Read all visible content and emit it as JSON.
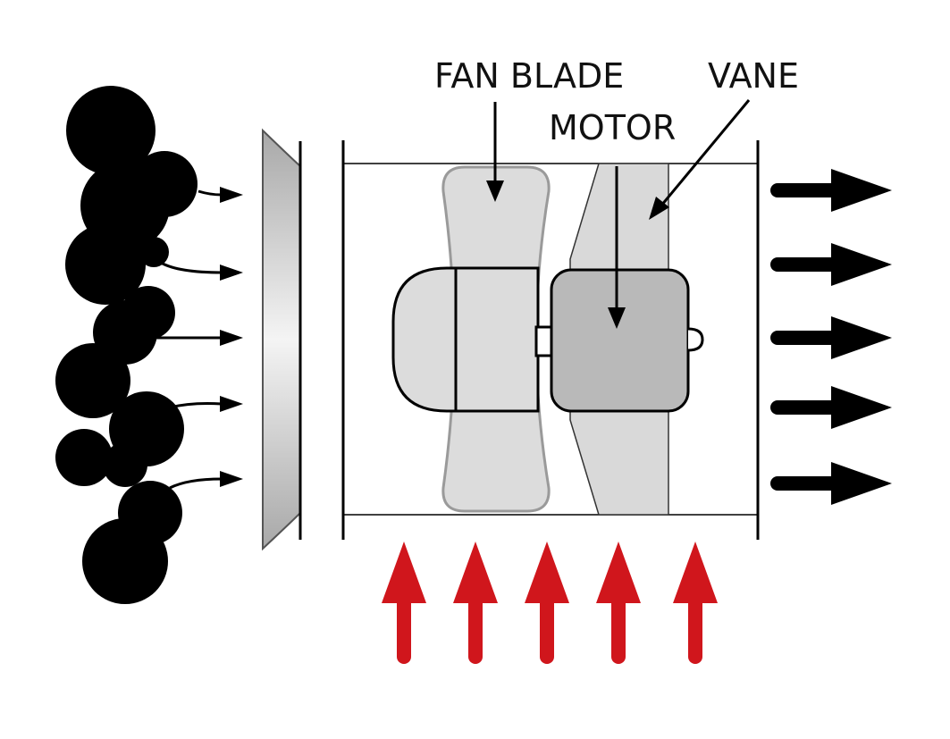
{
  "labels": {
    "fan_blade": "FAN BLADE",
    "motor": "MOTOR",
    "vane": "VANE"
  },
  "colors": {
    "background": "#ffffff",
    "smoke": "#000000",
    "blade_fill": "#dcdcdc",
    "blade_stroke": "#9a9a9a",
    "vane_fill": "#d9d9d9",
    "motor_fill": "#b9b9b9",
    "outline": "#000000",
    "inflow_arrows": "#d0161c",
    "outflow_arrows": "#000000"
  },
  "icons": {
    "smoke": "smoke-cloud-icon",
    "inlet": "inlet-bell-icon",
    "inflow": "arrow-up-icon",
    "outflow": "arrow-right-icon"
  }
}
